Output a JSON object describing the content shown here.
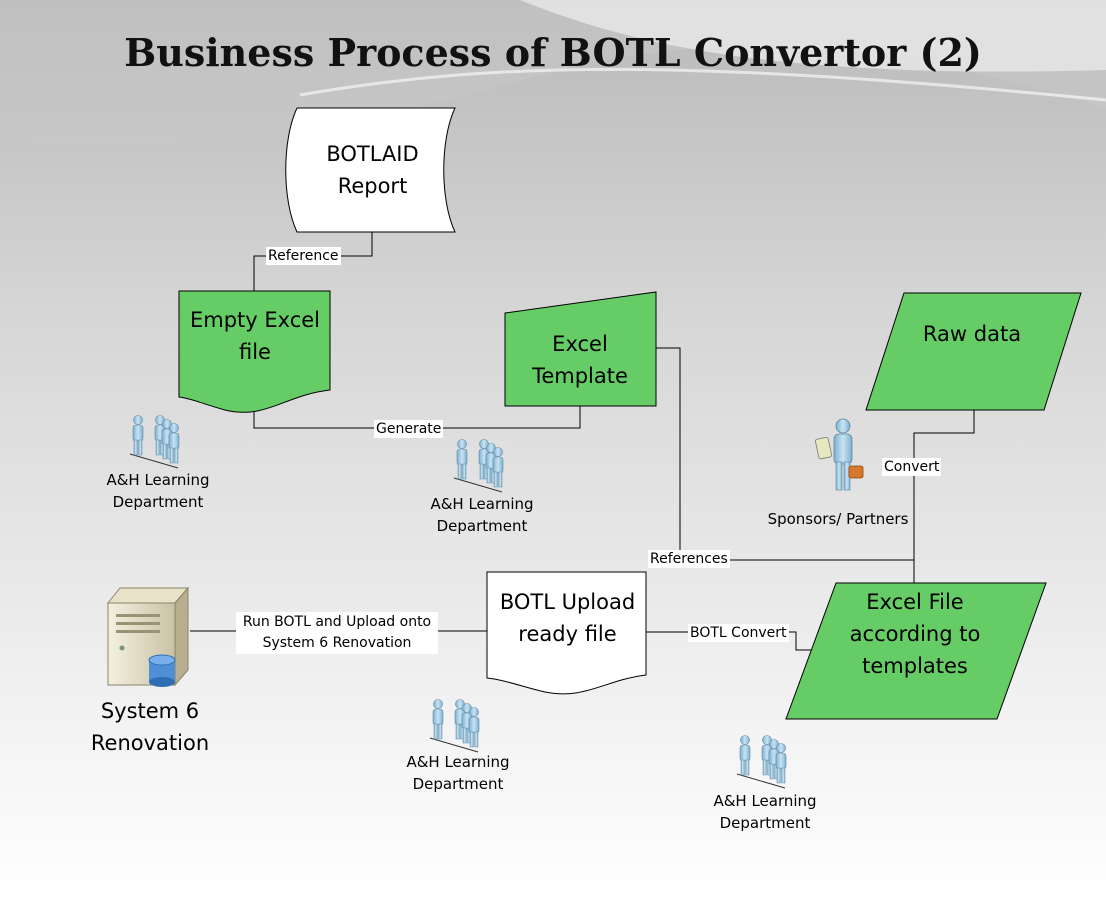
{
  "title": "Business Process of BOTL Convertor (2)",
  "colors": {
    "process_green": "#66cc66",
    "document_white": "#ffffff",
    "person_blue": "#9cc7e0"
  },
  "nodes": {
    "botlaid_report": "BOTLAID Report",
    "empty_excel": "Empty Excel file",
    "excel_template": "Excel Template",
    "raw_data": "Raw data",
    "botl_upload": "BOTL Upload ready file",
    "excel_file_templates": "Excel File according to templates",
    "system6": "System 6 Renovation"
  },
  "connectors": {
    "reference": "Reference",
    "generate": "Generate",
    "convert": "Convert",
    "references": "References",
    "run_botl": "Run BOTL and Upload onto System 6 Renovation",
    "botl_convert": "BOTL Convert"
  },
  "actors": {
    "ah_dept_1": "A&H Learning Department",
    "ah_dept_2": "A&H Learning Department",
    "ah_dept_3": "A&H Learning Department",
    "ah_dept_4": "A&H Learning Department",
    "sponsors": "Sponsors/ Partners"
  }
}
